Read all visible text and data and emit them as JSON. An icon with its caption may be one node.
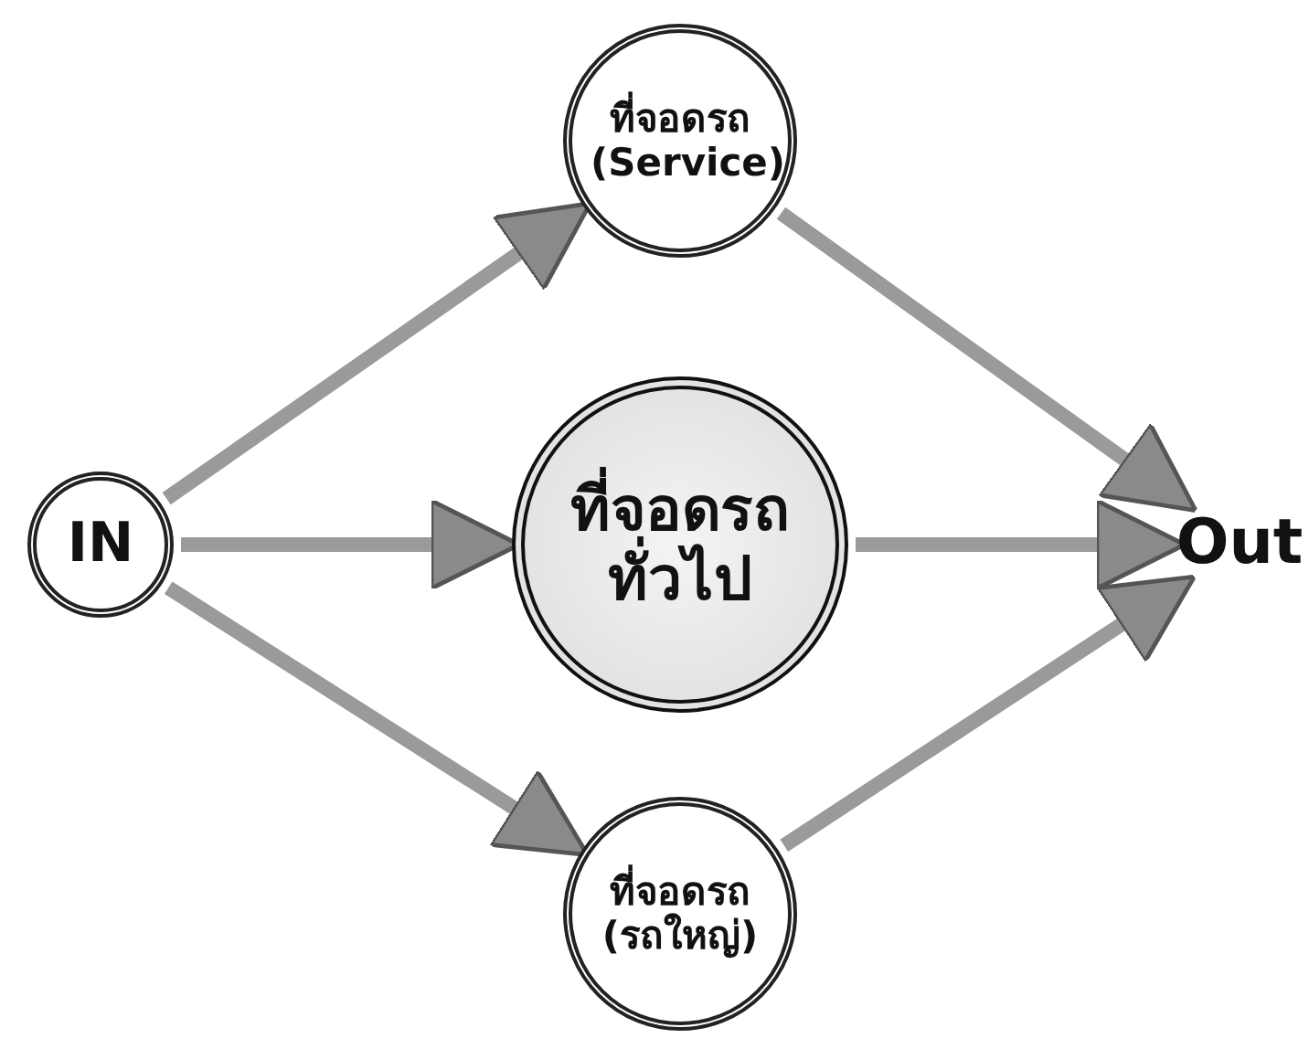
{
  "diagram": {
    "nodes": [
      {
        "text": [
          "IN"
        ]
      },
      {
        "text": [
          "ที่จอดรถ (Service)"
        ]
      },
      {
        "text": [
          "ที่จอดรถทั่วไป"
        ]
      },
      {
        "text": [
          "ที่จอดรถ (รถใหญ่)"
        ]
      },
      {
        "text": [
          "Out"
        ]
      }
    ],
    "edges": [
      {
        "from": 0,
        "to": 1,
        "arrow": "to"
      },
      {
        "from": 0,
        "to": 2,
        "arrow": "to"
      },
      {
        "from": 0,
        "to": 3,
        "arrow": "to"
      },
      {
        "from": 1,
        "to": 4,
        "arrow": "to"
      },
      {
        "from": 2,
        "to": 4,
        "arrow": "to"
      },
      {
        "from": 3,
        "to": 4,
        "arrow": "to"
      }
    ]
  }
}
